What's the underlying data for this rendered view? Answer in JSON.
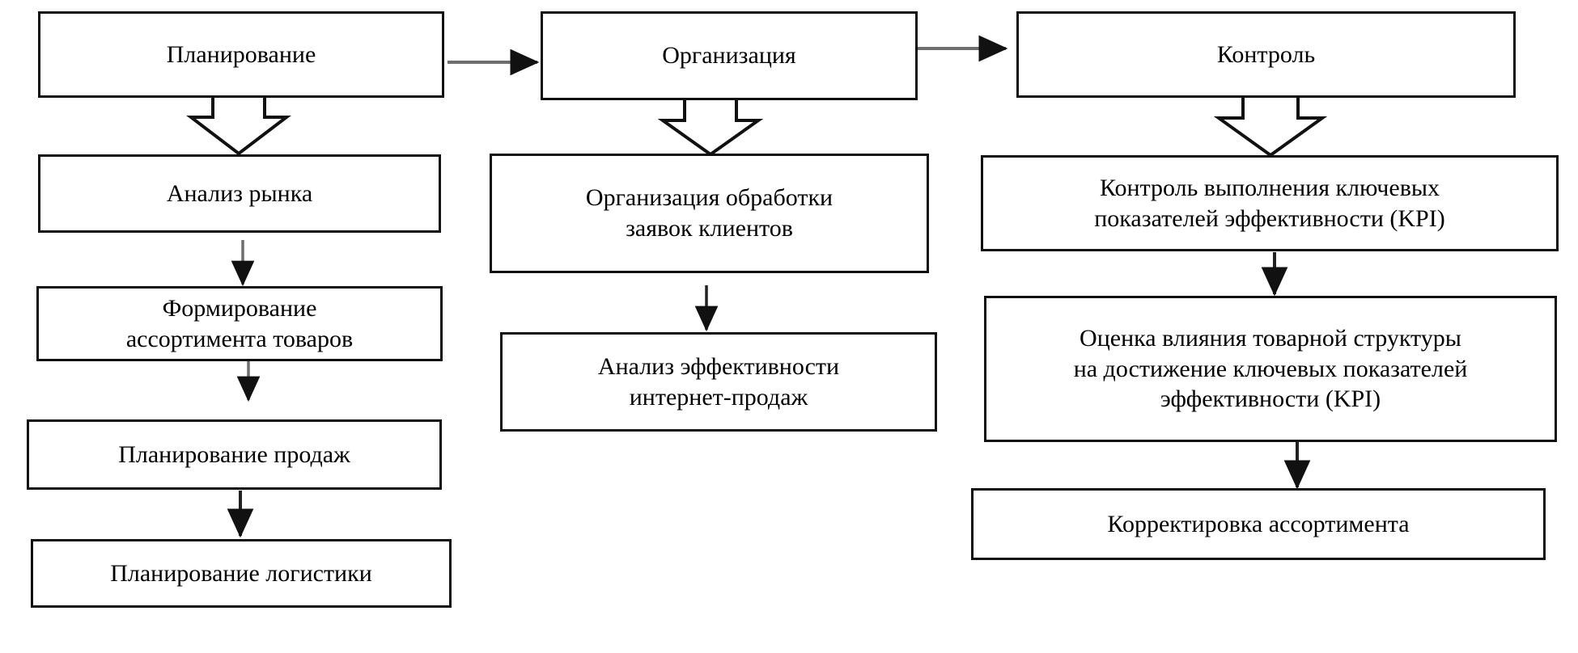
{
  "diagram": {
    "type": "flowchart",
    "title": "",
    "background_color": "#ffffff",
    "stroke_color": "#111111",
    "text_color": "#000000",
    "columns": [
      {
        "id": "planning",
        "header": "Планирование",
        "steps": [
          "Анализ рынка",
          "Формирование ассортимента товаров",
          "Планирование продаж",
          "Планирование логистики"
        ]
      },
      {
        "id": "organization",
        "header": "Организация",
        "steps": [
          "Организация обработки заявок клиентов",
          "Анализ эффективности интернет-продаж"
        ]
      },
      {
        "id": "control",
        "header": "Контроль",
        "steps": [
          "Контроль выполнения ключевых показателей эффективности (KPI)",
          "Оценка влияния товарной структуры на достижение ключевых показателей эффективности (KPI)",
          "Корректировка ассортимента"
        ]
      }
    ],
    "nodes": {
      "planning_header": "Планирование",
      "planning_s1": "Анализ рынка",
      "planning_s2_line1": "Формирование",
      "planning_s2_line2": "ассортимента товаров",
      "planning_s3": "Планирование продаж",
      "planning_s4": "Планирование логистики",
      "organization_header": "Организация",
      "organization_s1_line1": "Организация обработки",
      "organization_s1_line2": "заявок клиентов",
      "organization_s2_line1": "Анализ эффективности",
      "organization_s2_line2": "интернет-продаж",
      "control_header": "Контроль",
      "control_s1_line1": "Контроль выполнения ключевых",
      "control_s1_line2": "показателей эффективности (KPI)",
      "control_s2_line1": "Оценка влияния товарной структуры",
      "control_s2_line2": "на достижение ключевых показателей",
      "control_s2_line3": "эффективности (KPI)",
      "control_s3": "Корректировка ассортимента"
    },
    "connectors": [
      {
        "name": "planning-to-organization",
        "kind": "thin-arrow",
        "direction": "right"
      },
      {
        "name": "organization-to-control",
        "kind": "thin-arrow",
        "direction": "right"
      },
      {
        "name": "planning-header-to-step1",
        "kind": "block-arrow",
        "direction": "down"
      },
      {
        "name": "organization-header-to-step1",
        "kind": "block-arrow",
        "direction": "down"
      },
      {
        "name": "control-header-to-step1",
        "kind": "block-arrow",
        "direction": "down"
      },
      {
        "name": "planning-s1-to-s2",
        "kind": "thin-arrow",
        "direction": "down"
      },
      {
        "name": "planning-s2-to-s3",
        "kind": "thin-arrow",
        "direction": "down"
      },
      {
        "name": "planning-s3-to-s4",
        "kind": "thin-arrow",
        "direction": "down"
      },
      {
        "name": "organization-s1-to-s2",
        "kind": "thin-arrow",
        "direction": "down"
      },
      {
        "name": "control-s1-to-s2",
        "kind": "thin-arrow",
        "direction": "down"
      },
      {
        "name": "control-s2-to-s3",
        "kind": "thin-arrow",
        "direction": "down"
      }
    ]
  }
}
